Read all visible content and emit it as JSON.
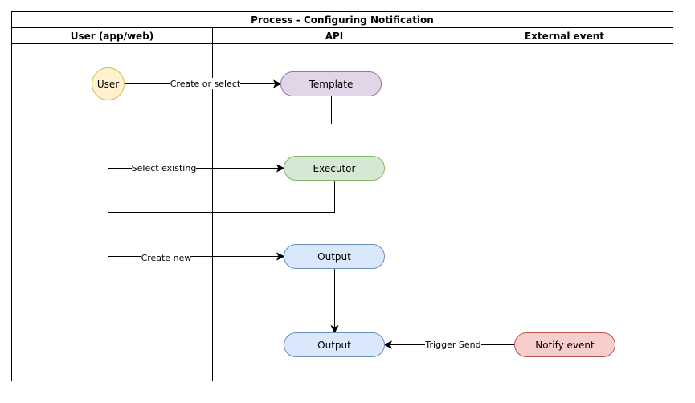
{
  "title": "Process - Configuring Notification",
  "lanes": [
    {
      "id": "user",
      "label": "User (app/web)"
    },
    {
      "id": "api",
      "label": "API"
    },
    {
      "id": "external",
      "label": "External event"
    }
  ],
  "nodes": {
    "user": {
      "label": "User",
      "fill": "#fff2cc",
      "stroke": "#d6b656"
    },
    "template": {
      "label": "Template",
      "fill": "#e1d5e7",
      "stroke": "#9673a6"
    },
    "executor": {
      "label": "Executor",
      "fill": "#d5e8d4",
      "stroke": "#82b366"
    },
    "output1": {
      "label": "Output",
      "fill": "#dae8fc",
      "stroke": "#6c8ebf"
    },
    "output2": {
      "label": "Output",
      "fill": "#dae8fc",
      "stroke": "#6c8ebf"
    },
    "notify": {
      "label": "Notify event",
      "fill": "#f8cecc",
      "stroke": "#b85450"
    }
  },
  "edges": {
    "create_or_select": "Create or select",
    "select_existing": "Select existing",
    "create_new": "Create new",
    "trigger_send": "Trigger Send"
  }
}
